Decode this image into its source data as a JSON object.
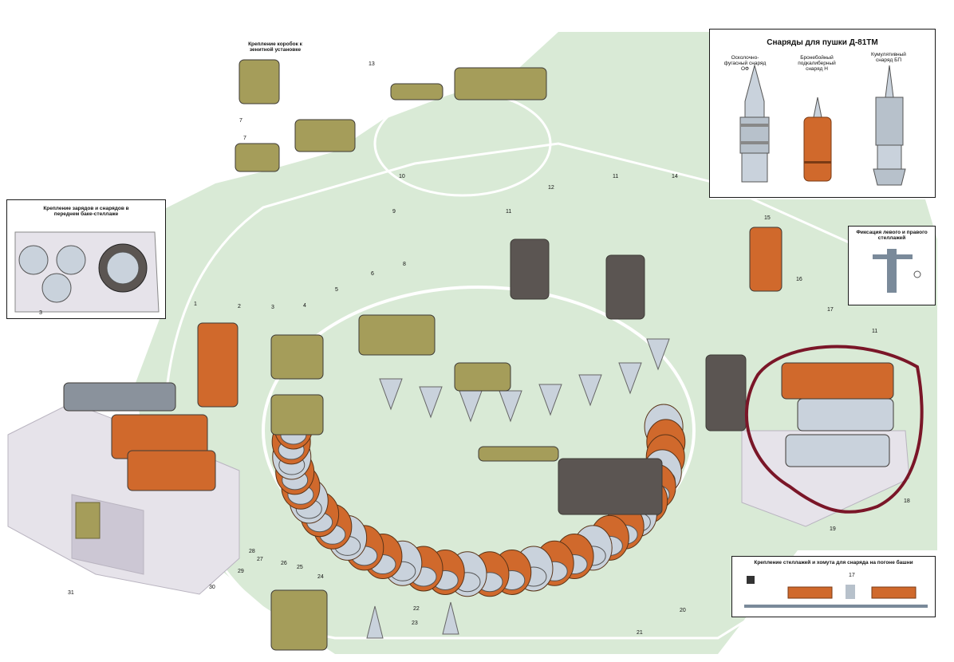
{
  "colors": {
    "background": "#ffffff",
    "hull_green": "#d9ead6",
    "floor_grey": "#e6e3ea",
    "shell_orange": "#d0692c",
    "steel": "#c9d2dc",
    "dark_case": "#5b5552",
    "box_khaki": "#a59d5a",
    "annotation_circle": "#7a1628"
  },
  "shells_panel": {
    "title": "Снаряды для пушки Д-81ТМ",
    "shells": [
      {
        "caption": "Осколочно-фугасный снаряд ОФ",
        "icon": "he-shell-icon"
      },
      {
        "caption": "Бронебойный подкалиберный снаряд Н",
        "icon": "apfsds-shell-icon"
      },
      {
        "caption": "Кумулятивный снаряд БП",
        "icon": "heat-shell-icon"
      }
    ]
  },
  "front_tank_panel": {
    "title": "Крепление зарядов и снарядов в переднем баке-стеллаже",
    "number": "3"
  },
  "aa_boxes_caption": "Крепление коробок к зенитной установке",
  "fixing_panel": {
    "title": "Фиксация левого и правого стеллажей"
  },
  "ring_panel": {
    "title": "Крепление стеллажей и хомута для снаряда на погоне башни",
    "number": "17"
  },
  "callouts": [
    "1",
    "2",
    "3",
    "4",
    "5",
    "6",
    "7",
    "7",
    "8",
    "9",
    "10",
    "11",
    "11",
    "11",
    "12",
    "13",
    "14",
    "15",
    "16",
    "17",
    "18",
    "19",
    "20",
    "21",
    "22",
    "23",
    "24",
    "25",
    "26",
    "27",
    "28",
    "29",
    "30",
    "31"
  ]
}
